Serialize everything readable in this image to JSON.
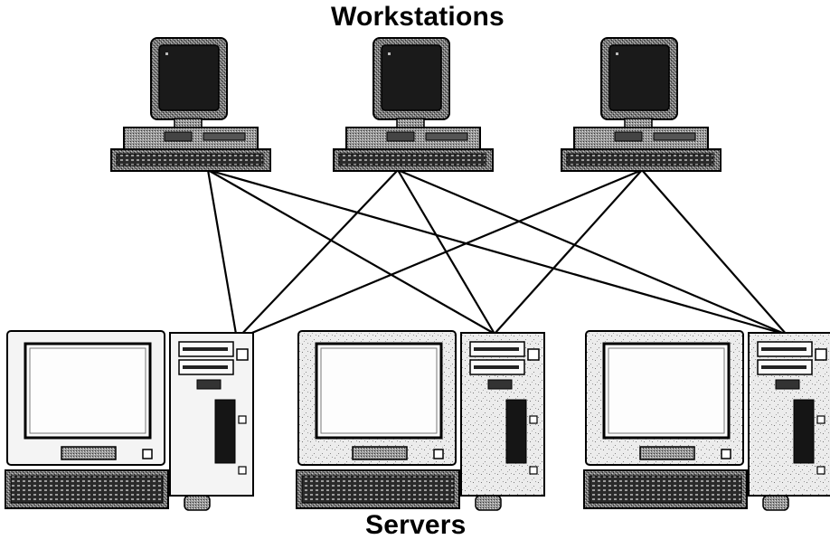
{
  "labels": {
    "top": "Workstations",
    "bottom": "Servers"
  },
  "workstations": [
    {
      "name": "workstation-1"
    },
    {
      "name": "workstation-2"
    },
    {
      "name": "workstation-3"
    }
  ],
  "servers": [
    {
      "name": "server-1",
      "tone": "light"
    },
    {
      "name": "server-2",
      "tone": "speckled"
    },
    {
      "name": "server-3",
      "tone": "speckled"
    }
  ],
  "connections": [
    {
      "from": "workstation-1",
      "to": "server-1"
    },
    {
      "from": "workstation-1",
      "to": "server-2"
    },
    {
      "from": "workstation-1",
      "to": "server-3"
    },
    {
      "from": "workstation-2",
      "to": "server-1"
    },
    {
      "from": "workstation-2",
      "to": "server-2"
    },
    {
      "from": "workstation-2",
      "to": "server-3"
    },
    {
      "from": "workstation-3",
      "to": "server-1"
    },
    {
      "from": "workstation-3",
      "to": "server-2"
    },
    {
      "from": "workstation-3",
      "to": "server-3"
    }
  ],
  "colors": {
    "line": "#000000",
    "dither_dark": "#555555",
    "dither_light": "#d8d8d8",
    "screen_dark": "#1a1a1a",
    "paper": "#ffffff"
  }
}
